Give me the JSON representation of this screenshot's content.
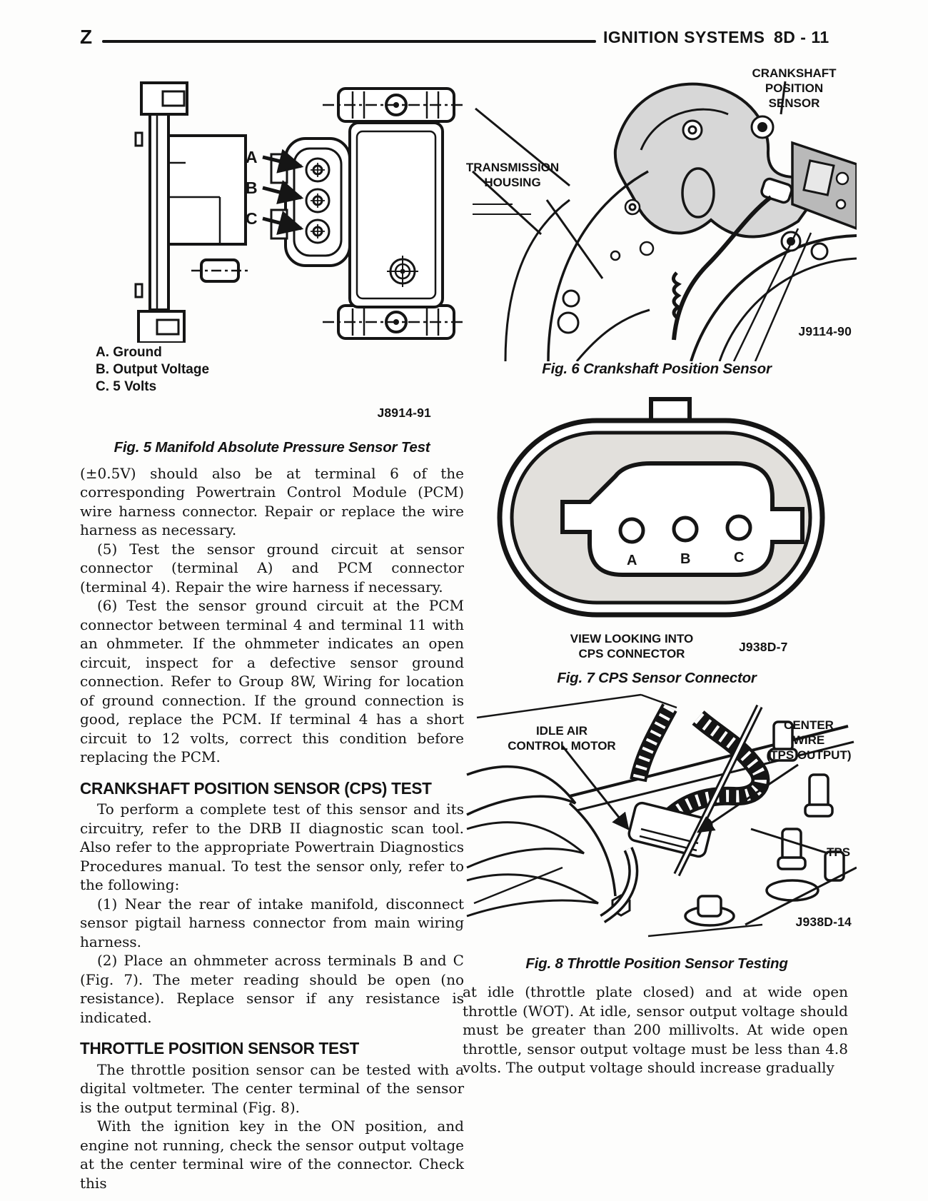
{
  "header": {
    "z": "Z",
    "title": "IGNITION SYSTEMS",
    "page": "8D - 11"
  },
  "left_column": {
    "fig5": {
      "pins": [
        "A",
        "B",
        "C"
      ],
      "legend": [
        "A. Ground",
        "B. Output Voltage",
        "C. 5 Volts"
      ],
      "code": "J8914-91",
      "caption": "Fig. 5 Manifold Absolute Pressure Sensor Test"
    },
    "paragraphs": [
      "(±0.5V) should also be at terminal 6 of the corresponding Powertrain Control Module (PCM) wire harness connector. Repair or replace the wire harness as necessary.",
      "(5) Test the sensor ground circuit at sensor connector (terminal A) and PCM connector (terminal 4). Repair the wire harness if necessary.",
      "(6) Test the sensor ground circuit at the PCM connector between terminal 4 and terminal 11 with an ohmmeter. If the ohmmeter indicates an open circuit, inspect for a defective sensor ground connection. Refer to Group 8W, Wiring for location of ground connection. If the ground connection is good, replace the PCM. If terminal 4 has a short circuit to 12 volts, correct this condition before replacing the PCM."
    ],
    "cps_heading": "CRANKSHAFT POSITION SENSOR (CPS) TEST",
    "cps_paragraphs": [
      "To perform a complete test of this sensor and its circuitry, refer to the DRB II diagnostic scan tool. Also refer to the appropriate Powertrain Diagnostics Procedures manual. To test the sensor only, refer to the following:",
      "(1) Near the rear of intake manifold, disconnect sensor pigtail harness connector from main wiring harness.",
      "(2) Place an ohmmeter across terminals B and C (Fig. 7). The meter reading should be open (no resistance). Replace sensor if any resistance is indicated."
    ],
    "tps_heading": "THROTTLE POSITION SENSOR TEST",
    "tps_paragraphs": [
      "The throttle position sensor can be tested with a digital voltmeter. The center terminal of the sensor is the output terminal (Fig. 8).",
      "With the ignition key in the ON position, and engine not running, check the sensor output voltage at the center terminal wire of the connector. Check this"
    ]
  },
  "right_column": {
    "fig6": {
      "label_sensor": "CRANKSHAFT\nPOSITION\nSENSOR",
      "label_housing": "TRANSMISSION\nHOUSING",
      "code": "J9114-90",
      "caption": "Fig. 6 Crankshaft Position Sensor"
    },
    "fig7": {
      "pins": [
        "A",
        "B",
        "C"
      ],
      "view_note": "VIEW LOOKING INTO\nCPS CONNECTOR",
      "code": "J938D-7",
      "caption": "Fig. 7 CPS Sensor Connector"
    },
    "fig8": {
      "label_idle_air": "IDLE AIR\nCONTROL MOTOR",
      "label_center_wire": "CENTER\nWIRE\n(TPS OUTPUT)",
      "label_tps": "TPS",
      "code": "J938D-14",
      "caption": "Fig. 8 Throttle Position Sensor Testing"
    },
    "closing_paragraph": "at idle (throttle plate closed) and at wide open throttle (WOT). At idle, sensor output voltage should must be greater than 200 millivolts. At wide open throttle, sensor output voltage must be less than 4.8 volts. The output voltage should increase gradually"
  }
}
